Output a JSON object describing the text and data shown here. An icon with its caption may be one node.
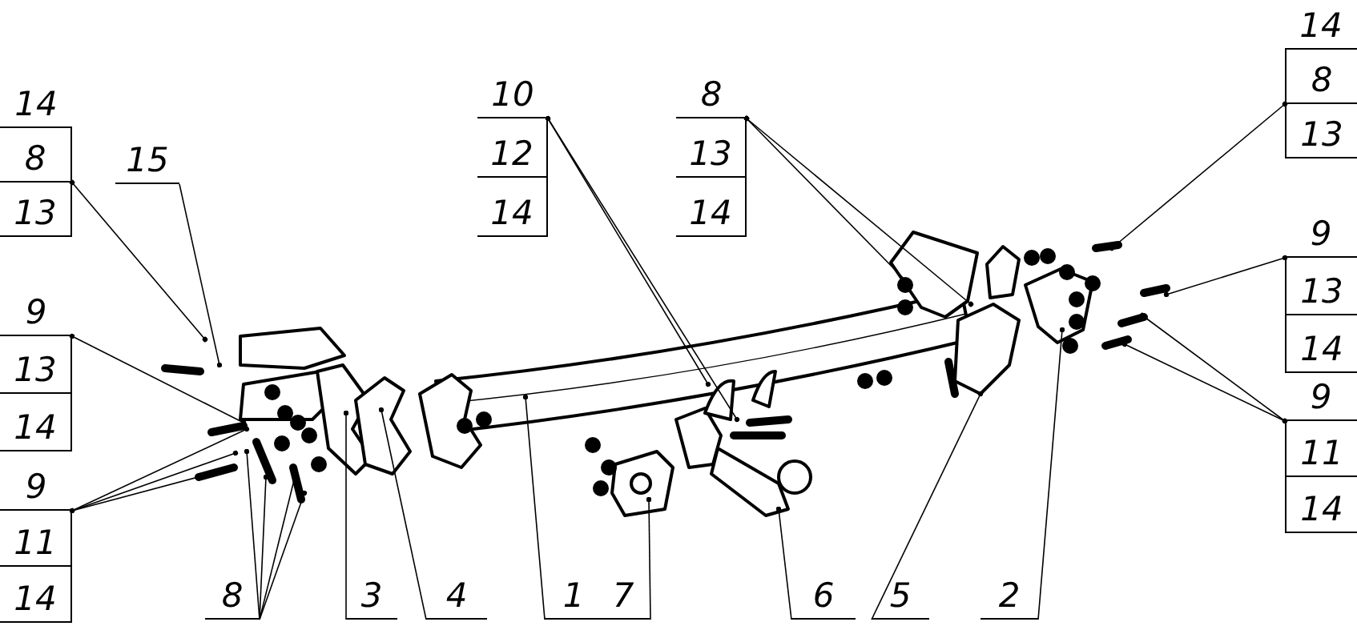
{
  "diagram": {
    "nodes": [
      {
        "text": [
          "14",
          "8",
          "13"
        ]
      },
      {
        "text": [
          "15"
        ]
      },
      {
        "text": [
          "9",
          "13",
          "14"
        ]
      },
      {
        "text": [
          "9",
          "11",
          "14"
        ]
      },
      {
        "text": [
          "10",
          "12",
          "14"
        ]
      },
      {
        "text": [
          "8",
          "13",
          "14"
        ]
      },
      {
        "text": [
          "14",
          "8",
          "13"
        ]
      },
      {
        "text": [
          "9",
          "13",
          "14"
        ]
      },
      {
        "text": [
          "9",
          "11",
          "14"
        ]
      },
      {
        "text": [
          "8"
        ]
      },
      {
        "text": [
          "3"
        ]
      },
      {
        "text": [
          "4"
        ]
      },
      {
        "text": [
          "1"
        ]
      },
      {
        "text": [
          "7"
        ]
      },
      {
        "text": [
          "6"
        ]
      },
      {
        "text": [
          "5"
        ]
      },
      {
        "text": [
          "2"
        ]
      }
    ],
    "edges": [
      {
        "from": 0,
        "to": null,
        "arrow": "other"
      },
      {
        "from": 1,
        "to": null,
        "arrow": "other"
      },
      {
        "from": 2,
        "to": null,
        "arrow": "other"
      },
      {
        "from": 3,
        "to": null,
        "arrow": "other"
      },
      {
        "from": 3,
        "to": null,
        "arrow": "other"
      },
      {
        "from": 3,
        "to": null,
        "arrow": "other"
      },
      {
        "from": 4,
        "to": null,
        "arrow": "other"
      },
      {
        "from": 4,
        "to": null,
        "arrow": "other"
      },
      {
        "from": 5,
        "to": null,
        "arrow": "other"
      },
      {
        "from": 5,
        "to": null,
        "arrow": "other"
      },
      {
        "from": 6,
        "to": null,
        "arrow": "other"
      },
      {
        "from": 7,
        "to": null,
        "arrow": "other"
      },
      {
        "from": 8,
        "to": null,
        "arrow": "other"
      },
      {
        "from": 8,
        "to": null,
        "arrow": "other"
      },
      {
        "from": 9,
        "to": null,
        "arrow": "other"
      },
      {
        "from": 9,
        "to": null,
        "arrow": "other"
      },
      {
        "from": 9,
        "to": null,
        "arrow": "other"
      },
      {
        "from": 9,
        "to": null,
        "arrow": "other"
      },
      {
        "from": 10,
        "to": null,
        "arrow": "other"
      },
      {
        "from": 11,
        "to": null,
        "arrow": "other"
      },
      {
        "from": 12,
        "to": null,
        "arrow": "other"
      },
      {
        "from": 13,
        "to": null,
        "arrow": "other"
      },
      {
        "from": 14,
        "to": null,
        "arrow": "other"
      },
      {
        "from": 15,
        "to": null,
        "arrow": "other"
      },
      {
        "from": 16,
        "to": null,
        "arrow": "other"
      }
    ]
  }
}
